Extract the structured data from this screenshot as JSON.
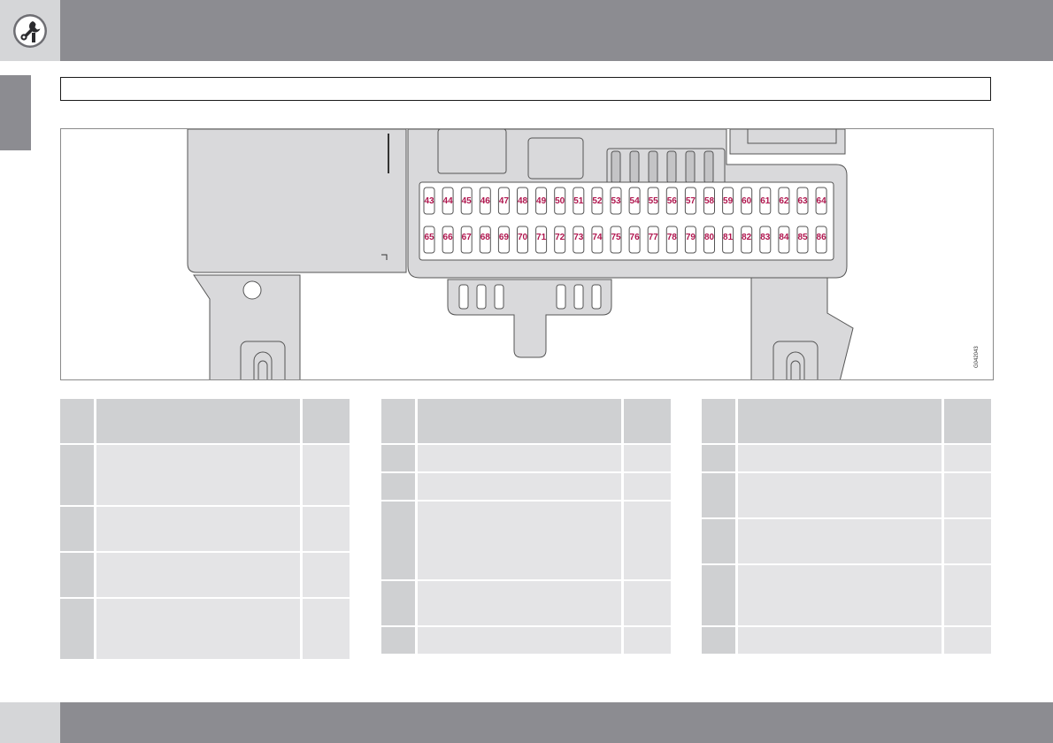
{
  "header": {
    "icon": "wrench-gear-icon"
  },
  "section_title": "",
  "figure": {
    "code": "G042043",
    "fuse_row_top": [
      "43",
      "44",
      "45",
      "46",
      "47",
      "48",
      "49",
      "50",
      "51",
      "52",
      "53",
      "54",
      "55",
      "56",
      "57",
      "58",
      "59",
      "60",
      "61",
      "62",
      "63",
      "64"
    ],
    "fuse_row_bottom": [
      "65",
      "66",
      "67",
      "68",
      "69",
      "70",
      "71",
      "72",
      "73",
      "74",
      "75",
      "76",
      "77",
      "78",
      "79",
      "80",
      "81",
      "82",
      "83",
      "84",
      "85",
      "86"
    ],
    "label_color": "#b0154e"
  },
  "tables": [
    {
      "rows": [
        {
          "c1": "",
          "c2": "",
          "c3": ""
        },
        {
          "c1": "",
          "c2": "",
          "c3": ""
        },
        {
          "c1": "",
          "c2": "",
          "c3": ""
        },
        {
          "c1": "",
          "c2": "",
          "c3": ""
        },
        {
          "c1": "",
          "c2": "",
          "c3": ""
        }
      ]
    },
    {
      "rows": [
        {
          "c1": "",
          "c2": "",
          "c3": ""
        },
        {
          "c1": "",
          "c2": "",
          "c3": ""
        },
        {
          "c1": "",
          "c2": "",
          "c3": ""
        },
        {
          "c1": "",
          "c2": "",
          "c3": ""
        },
        {
          "c1": "",
          "c2": "",
          "c3": ""
        },
        {
          "c1": "",
          "c2": "",
          "c3": ""
        }
      ]
    },
    {
      "rows": [
        {
          "c1": "",
          "c2": "",
          "c3": ""
        },
        {
          "c1": "",
          "c2": "",
          "c3": ""
        },
        {
          "c1": "",
          "c2": "",
          "c3": ""
        },
        {
          "c1": "",
          "c2": "",
          "c3": ""
        },
        {
          "c1": "",
          "c2": "",
          "c3": ""
        },
        {
          "c1": "",
          "c2": "",
          "c3": ""
        }
      ]
    }
  ]
}
